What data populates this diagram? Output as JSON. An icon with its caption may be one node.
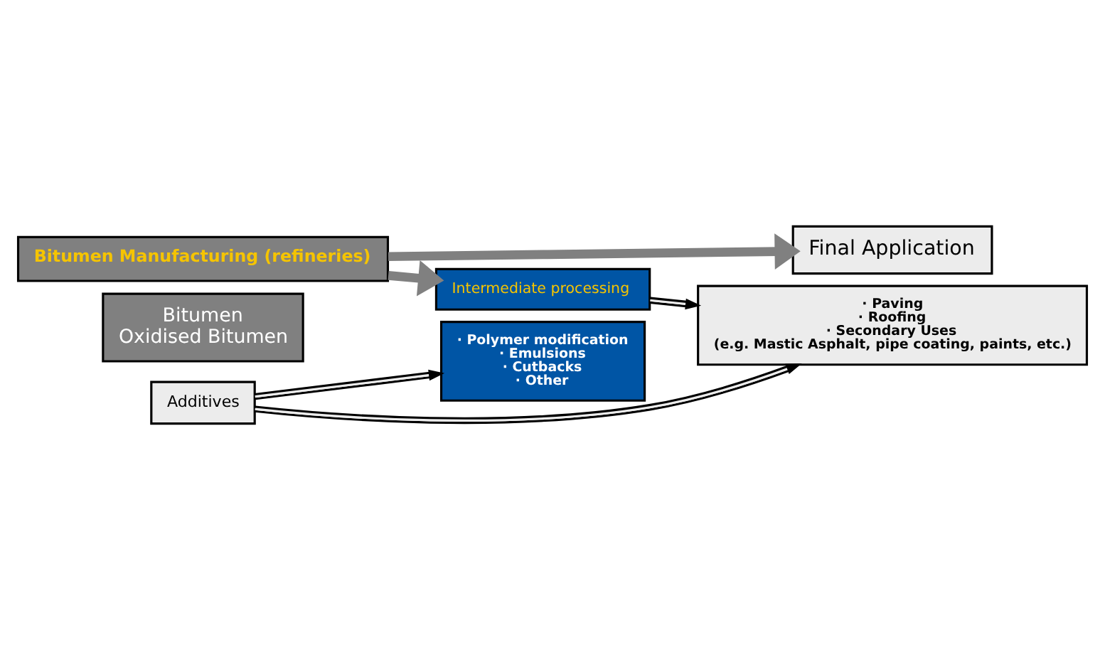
{
  "diagram": {
    "nodes": [
      {
        "text": [
          "Bitumen Manufacturing (refineries)"
        ]
      },
      {
        "text": [
          "Bitumen",
          "Oxidised Bitumen"
        ]
      },
      {
        "text": [
          "Final Application"
        ]
      },
      {
        "text": [
          "· Paving",
          "· Roofing",
          "· Secondary Uses",
          "(e.g. Mastic Asphalt, pipe coating, paints, etc.)"
        ]
      },
      {
        "text": [
          "Intermediate processing"
        ]
      },
      {
        "text": [
          "· Polymer modification",
          "· Emulsions",
          "· Cutbacks",
          "· Other"
        ]
      },
      {
        "text": [
          "Additives"
        ]
      }
    ],
    "edges": [
      {
        "from": 0,
        "to": 2,
        "arrow": "to",
        "style": "thick",
        "color": "#808080"
      },
      {
        "from": 0,
        "to": 4,
        "arrow": "to",
        "style": "thick",
        "color": "#808080"
      },
      {
        "from": 4,
        "to": 3,
        "arrow": "to"
      },
      {
        "from": 6,
        "to": 5,
        "arrow": "to"
      },
      {
        "from": 6,
        "to": 3,
        "arrow": "to"
      }
    ]
  }
}
